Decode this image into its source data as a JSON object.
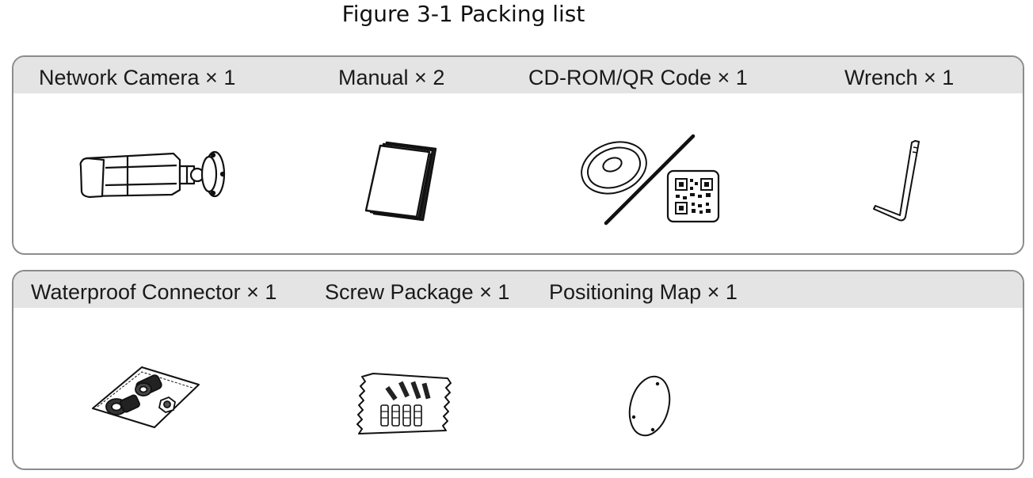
{
  "figure_title": "Figure 3-1 Packing list",
  "rows": [
    {
      "items": [
        {
          "label": "Network Camera × 1",
          "icon": "network-camera-icon"
        },
        {
          "label": "Manual × 2",
          "icon": "manual-icon"
        },
        {
          "label": "CD-ROM/QR Code × 1",
          "icon": "cd-rom-qr-code-icon"
        },
        {
          "label": "Wrench × 1",
          "icon": "wrench-icon"
        }
      ]
    },
    {
      "items": [
        {
          "label": "Waterproof Connector × 1",
          "icon": "waterproof-connector-icon"
        },
        {
          "label": "Screw Package × 1",
          "icon": "screw-package-icon"
        },
        {
          "label": "Positioning Map × 1",
          "icon": "positioning-map-icon"
        }
      ]
    }
  ]
}
